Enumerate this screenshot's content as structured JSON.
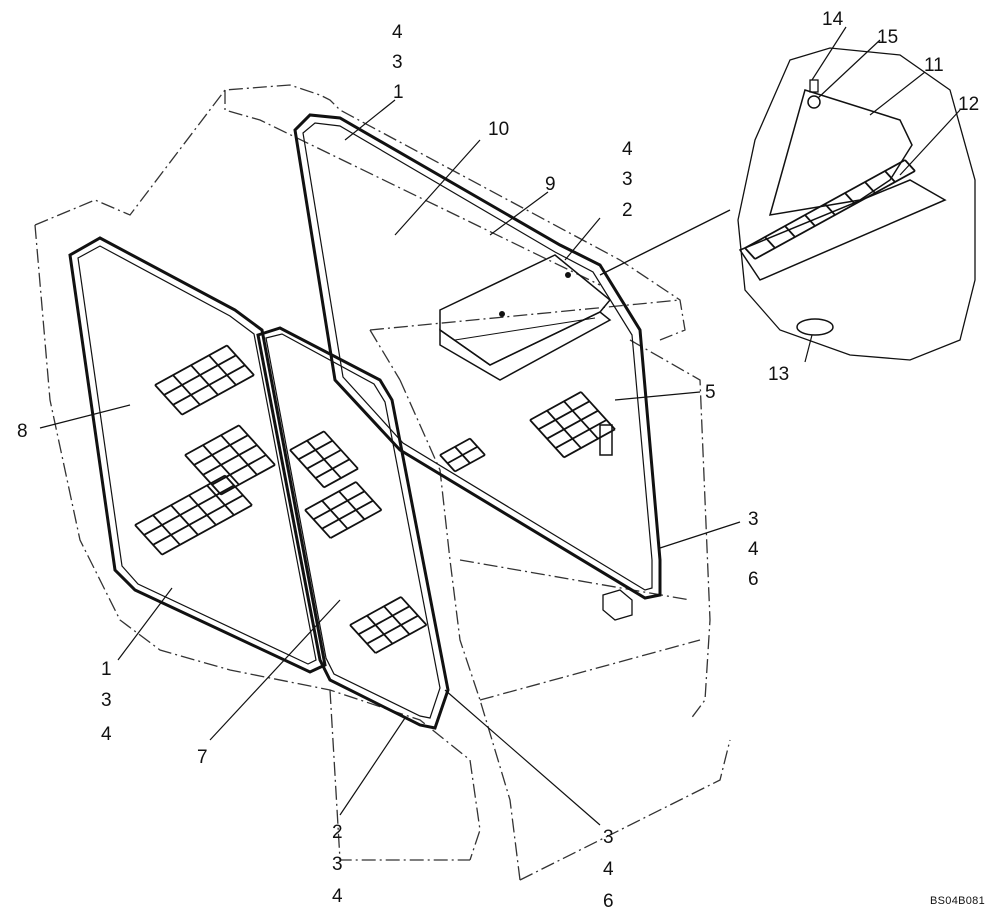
{
  "drawing_code": "BS04B081",
  "callouts": [
    {
      "id": "c4-top",
      "text": "4"
    },
    {
      "id": "c3-top",
      "text": "3"
    },
    {
      "id": "c1-top",
      "text": "1"
    },
    {
      "id": "c10",
      "text": "10"
    },
    {
      "id": "c4-mid",
      "text": "4"
    },
    {
      "id": "c3-mid",
      "text": "3"
    },
    {
      "id": "c9",
      "text": "9"
    },
    {
      "id": "c2-mid",
      "text": "2"
    },
    {
      "id": "c14",
      "text": "14"
    },
    {
      "id": "c15",
      "text": "15"
    },
    {
      "id": "c11",
      "text": "11"
    },
    {
      "id": "c12",
      "text": "12"
    },
    {
      "id": "c13",
      "text": "13"
    },
    {
      "id": "c8",
      "text": "8"
    },
    {
      "id": "c5",
      "text": "5"
    },
    {
      "id": "c3-right",
      "text": "3"
    },
    {
      "id": "c4-right",
      "text": "4"
    },
    {
      "id": "c6-right",
      "text": "6"
    },
    {
      "id": "c1-left",
      "text": "1"
    },
    {
      "id": "c3-left",
      "text": "3"
    },
    {
      "id": "c4-left",
      "text": "4"
    },
    {
      "id": "c7",
      "text": "7"
    },
    {
      "id": "c2-bottom",
      "text": "2"
    },
    {
      "id": "c3-bottom",
      "text": "3"
    },
    {
      "id": "c4-bottom",
      "text": "4"
    },
    {
      "id": "c3-br",
      "text": "3"
    },
    {
      "id": "c4-br",
      "text": "4"
    },
    {
      "id": "c6-br",
      "text": "6"
    }
  ]
}
